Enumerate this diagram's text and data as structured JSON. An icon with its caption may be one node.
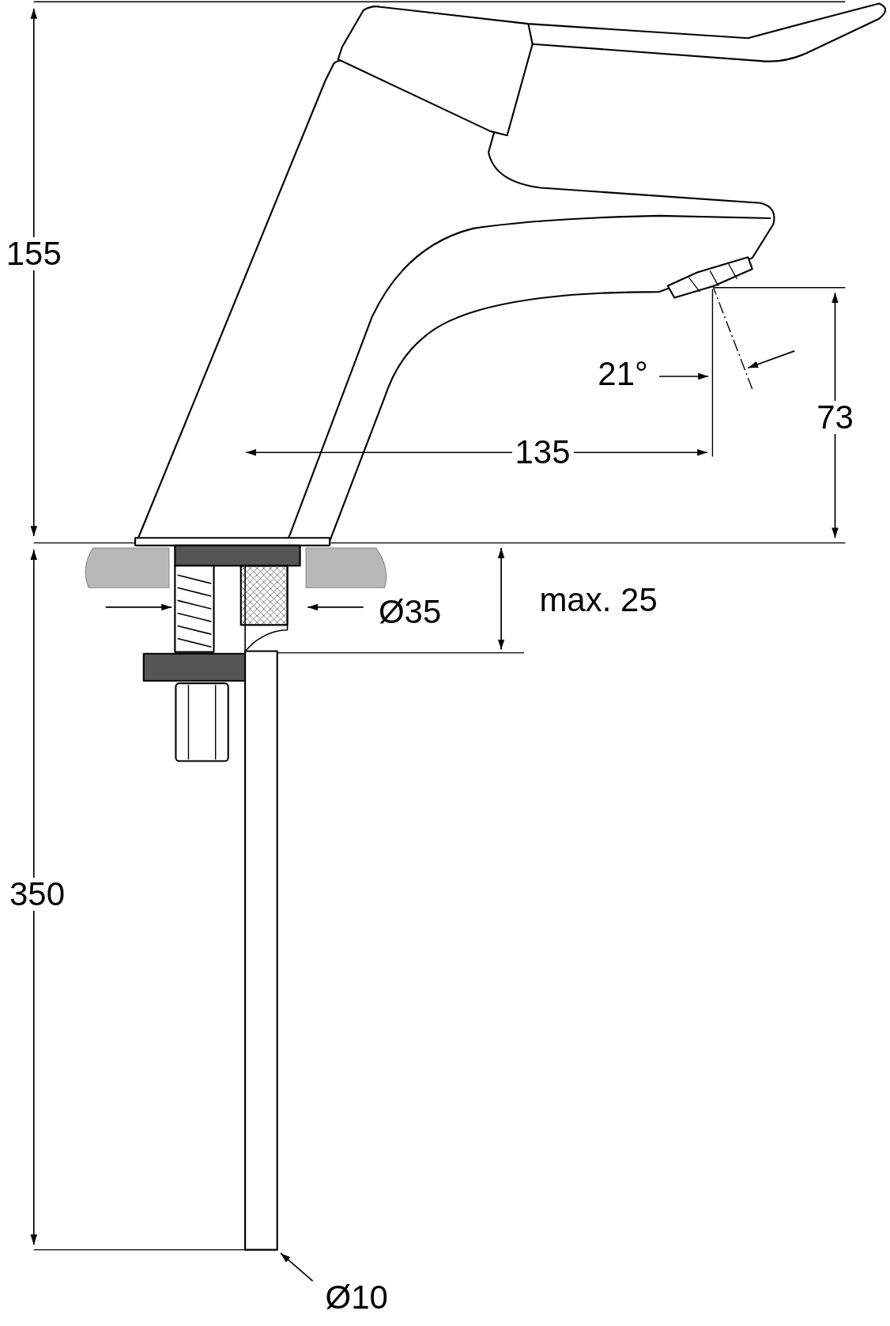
{
  "diagram": {
    "labels": [
      "155",
      "21°",
      "73",
      "135",
      "max. 25",
      "Ø35",
      "350",
      "Ø10"
    ]
  }
}
